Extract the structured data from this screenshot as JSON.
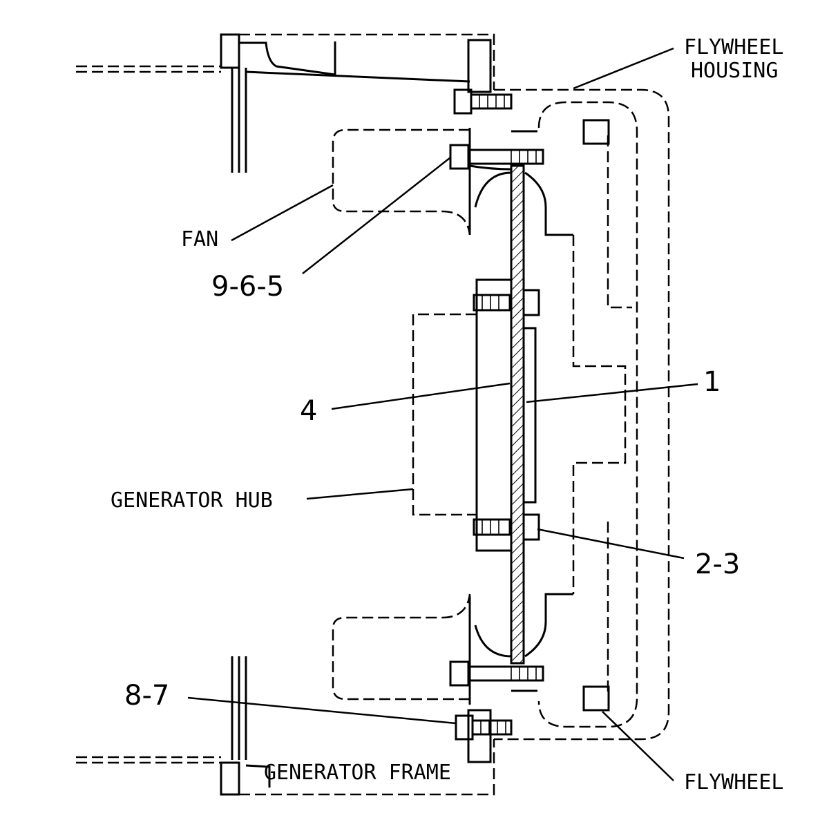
{
  "labels": {
    "flywheel_housing_line1": "FLYWHEEL",
    "flywheel_housing_line2": "HOUSING",
    "fan": "FAN",
    "callout_9_6_5": "9-6-5",
    "callout_1": "1",
    "callout_4": "4",
    "generator_hub": "GENERATOR HUB",
    "callout_2_3": "2-3",
    "callout_8_7": "8-7",
    "generator_frame": "GENERATOR FRAME",
    "flywheel": "FLYWHEEL"
  }
}
